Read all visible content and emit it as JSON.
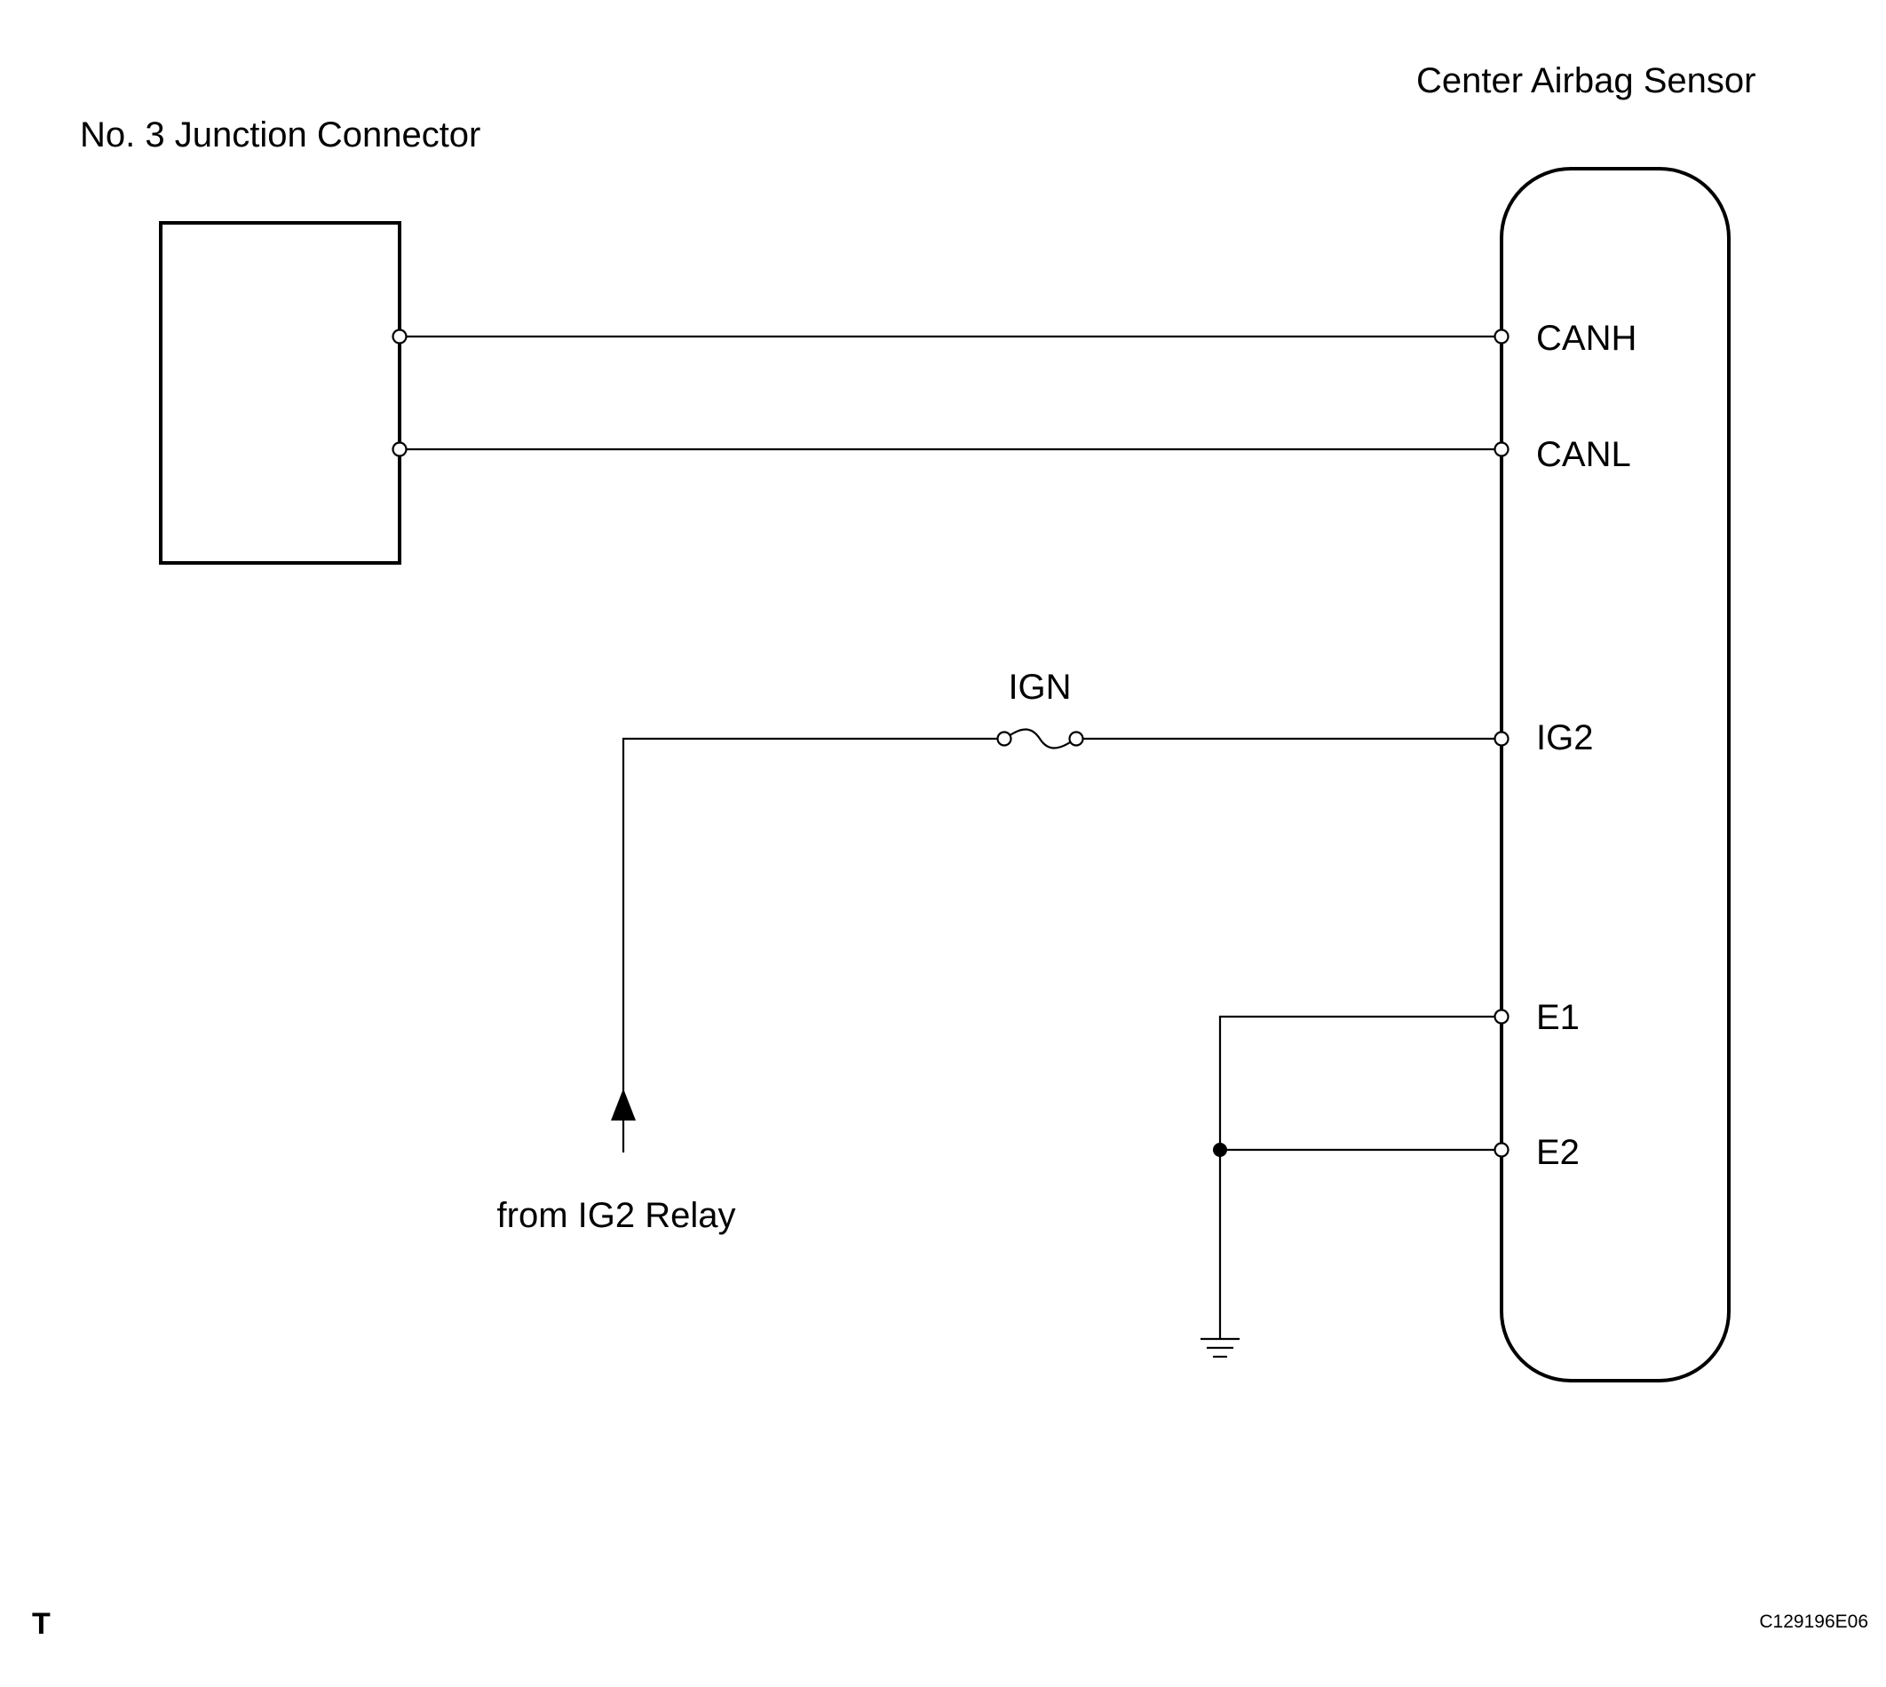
{
  "components": {
    "junction_connector": {
      "label": "No. 3 Junction Connector"
    },
    "airbag_sensor": {
      "label": "Center Airbag Sensor"
    },
    "fuse": {
      "label": "IGN"
    },
    "source": {
      "label": "from IG2 Relay"
    }
  },
  "pins": {
    "canh": "CANH",
    "canl": "CANL",
    "ig2": "IG2",
    "e1": "E1",
    "e2": "E2"
  },
  "footer": {
    "left_mark": "T",
    "code": "C129196E06"
  },
  "icons": {
    "fuse": "fuse-icon",
    "ground": "ground-icon",
    "arrow": "arrow-up-icon",
    "splice": "splice-dot-icon"
  }
}
